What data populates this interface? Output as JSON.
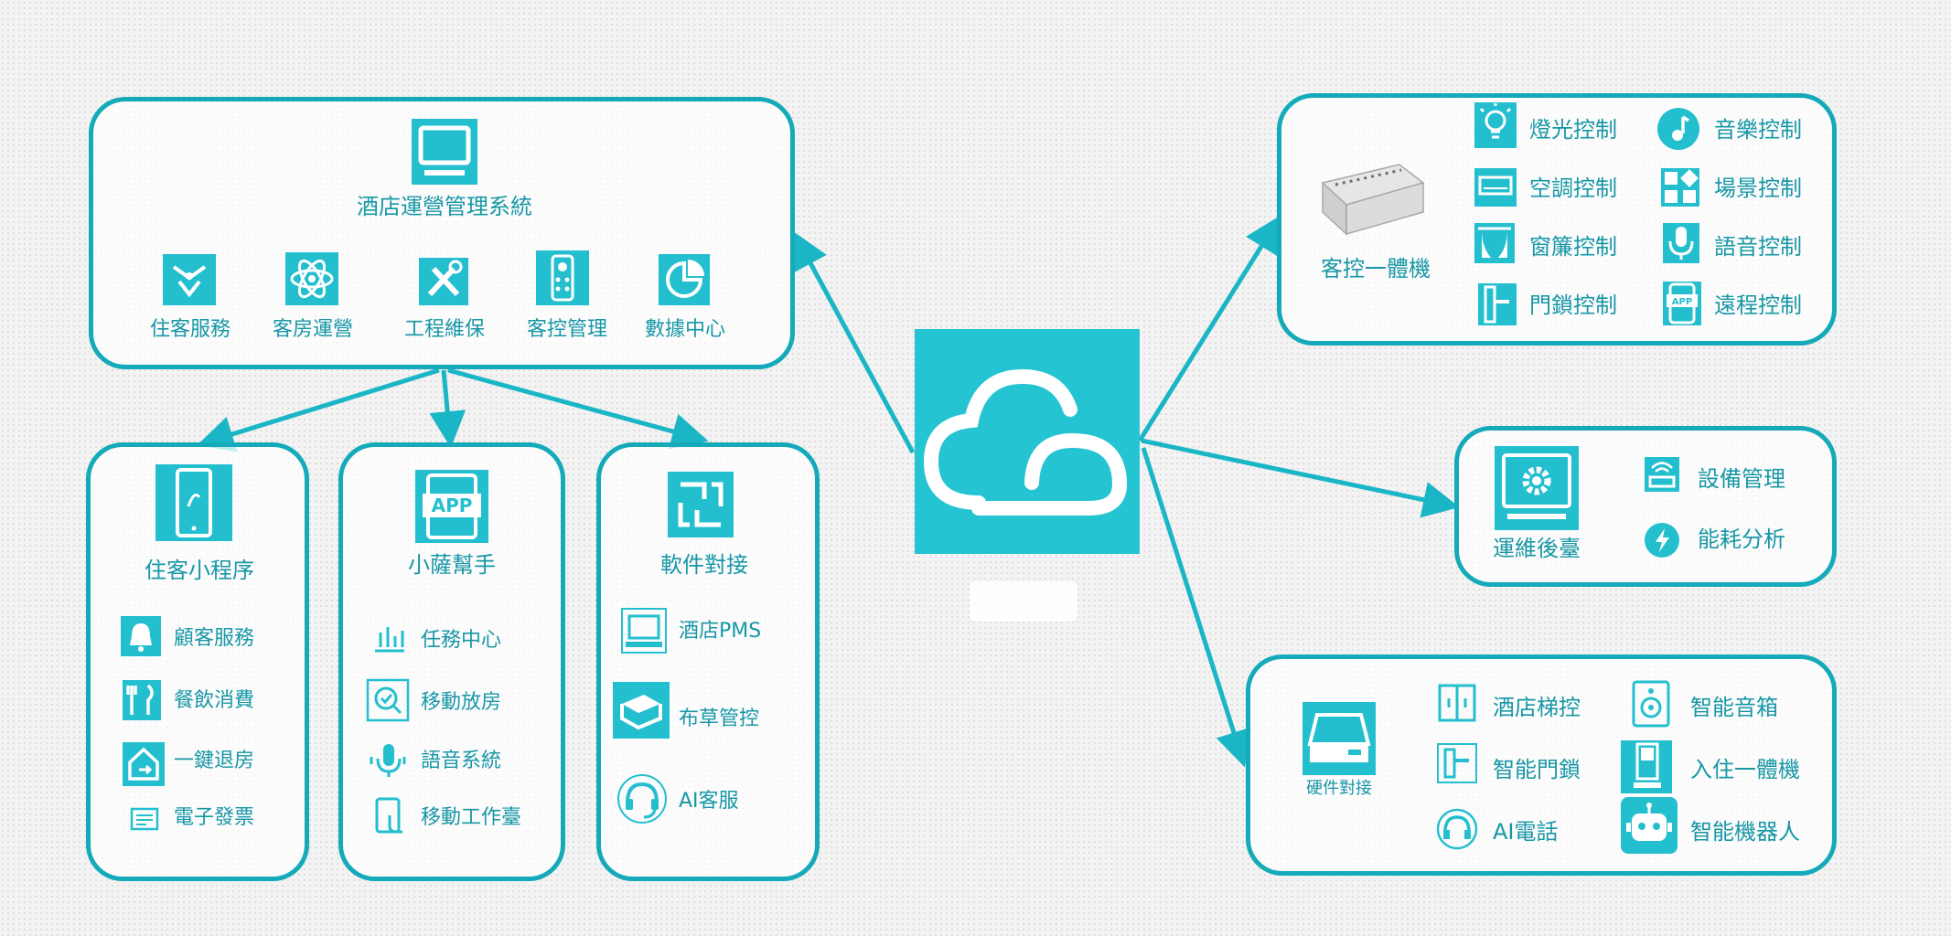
{
  "colors": {
    "accent": "#14aab9",
    "icon_fill": "#24bfcf",
    "text": "#1797a6"
  },
  "hotel_system": {
    "title": "酒店運營管理系統",
    "modules": [
      "住客服務",
      "客房運營",
      "工程維保",
      "客控管理",
      "數據中心"
    ]
  },
  "mini_program": {
    "title": "住客小程序",
    "items": [
      "顧客服務",
      "餐飲消費",
      "一鍵退房",
      "電子發票"
    ]
  },
  "assistant": {
    "title": "小薩幫手",
    "items": [
      "任務中心",
      "移動放房",
      "語音系統",
      "移動工作臺"
    ]
  },
  "software": {
    "title": "軟件對接",
    "items": [
      "酒店PMS",
      "布草管控",
      "AI客服"
    ]
  },
  "room_control": {
    "device": "客控一體機",
    "items": [
      "燈光控制",
      "音樂控制",
      "空調控制",
      "場景控制",
      "窗簾控制",
      "語音控制",
      "門鎖控制",
      "遠程控制"
    ]
  },
  "ops_backend": {
    "title": "運維後臺",
    "items": [
      "設備管理",
      "能耗分析"
    ]
  },
  "hardware": {
    "title": "硬件對接",
    "items": [
      "酒店梯控",
      "智能音箱",
      "智能門鎖",
      "入住一體機",
      "AI電話",
      "智能機器人"
    ]
  },
  "icon_badges": {
    "app": "APP"
  }
}
